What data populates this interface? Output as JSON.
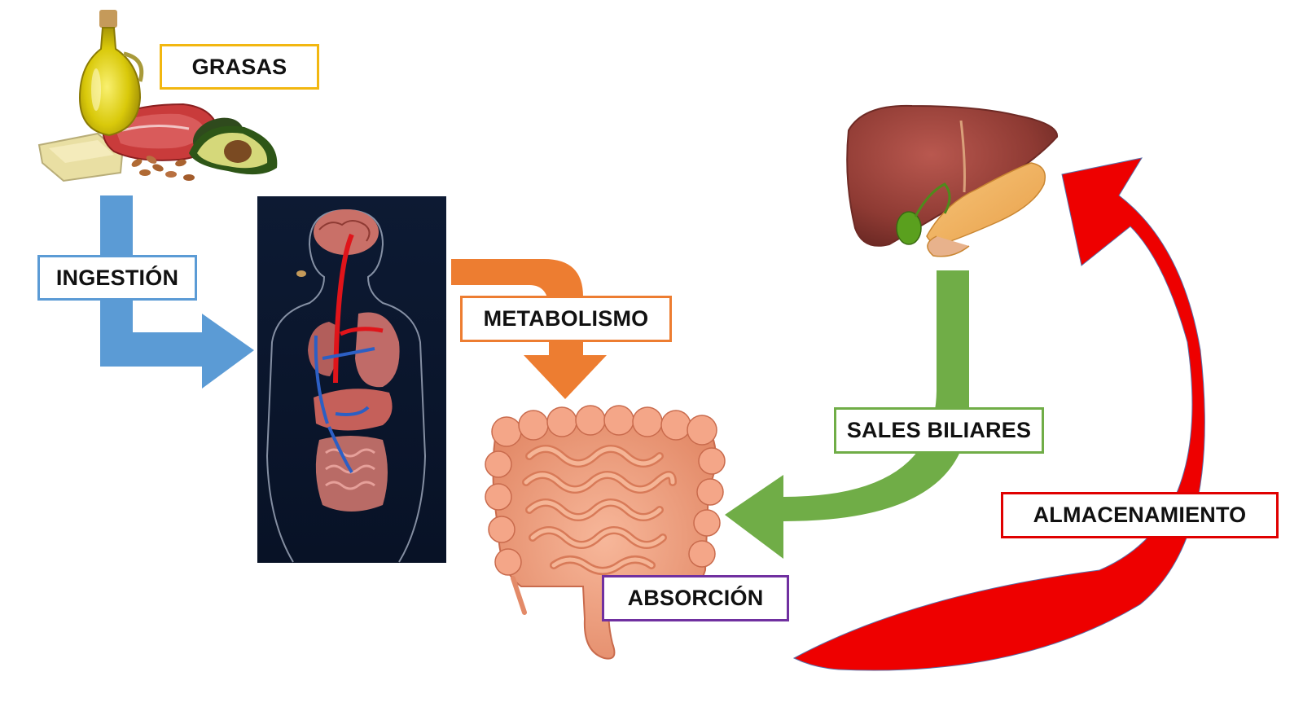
{
  "labels": {
    "grasas": "GRASAS",
    "ingestion": "INGESTIÓN",
    "metabolismo": "METABOLISMO",
    "absorcion": "ABSORCIÓN",
    "sales_biliares": "SALES BILIARES",
    "almacenamiento": "ALMACENAMIENTO"
  },
  "colors": {
    "grasas": "#f2b710",
    "ingestion": "#5b9bd5",
    "metabolismo": "#ed7d31",
    "absorcion": "#7030a0",
    "sales_biliares": "#70ad47",
    "almacenamiento": "#e00000"
  },
  "illustrations": [
    "fatty-foods-icon",
    "human-body-icon",
    "intestines-icon",
    "liver-pancreas-icon"
  ]
}
